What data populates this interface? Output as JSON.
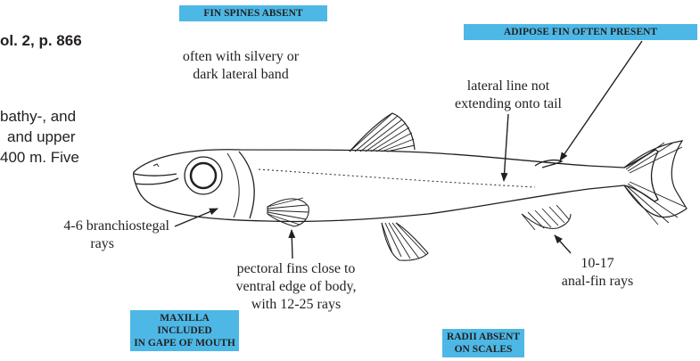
{
  "background_text": {
    "line1": "ol. 2, p. 866",
    "line2": "bathy-, and",
    "line3": "and upper",
    "line4": "400 m. Five"
  },
  "badges": {
    "fin_spines": "FIN SPINES ABSENT",
    "adipose": "ADIPOSE FIN OFTEN PRESENT",
    "maxilla_line1": "MAXILLA INCLUDED",
    "maxilla_line2": "IN GAPE OF MOUTH",
    "radii_line1": "RADII ABSENT",
    "radii_line2": "ON SCALES"
  },
  "labels": {
    "lateral_band_line1": "often with silvery or",
    "lateral_band_line2": "dark lateral band",
    "lateral_line_line1": "lateral line not",
    "lateral_line_line2": "extending onto tail",
    "branchiostegal_line1": "4-6 branchiostegal",
    "branchiostegal_line2": "rays",
    "pectoral_line1": "pectoral fins close to",
    "pectoral_line2": "ventral edge of body,",
    "pectoral_line3": "with 12-25 rays",
    "anal_line1": "10-17",
    "anal_line2": "anal-fin rays"
  },
  "colors": {
    "badge_fill": "#4db8e6",
    "ink": "#231f20"
  }
}
